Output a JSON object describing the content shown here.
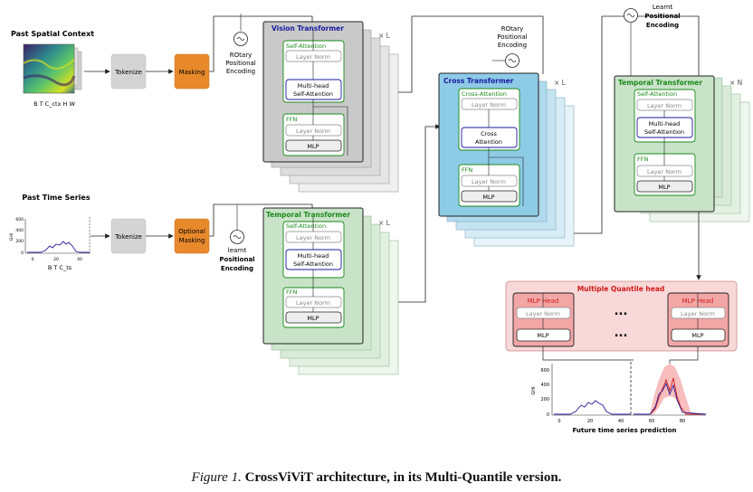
{
  "inputs": {
    "spatial_title": "Past Spatial Context",
    "spatial_dims": "B T C_ctx H W",
    "series_title": "Past Time Series",
    "series_dims": "B T C_ts",
    "series_axis_ylabel": "GHI",
    "series_xticks": [
      "0",
      "20",
      "40"
    ],
    "series_yticks": [
      "0",
      "200",
      "400",
      "600"
    ]
  },
  "blocks": {
    "tokenize_1": "Tokenize",
    "tokenize_2": "Tokenize",
    "masking": "Masking",
    "optional_masking": [
      "Optional",
      "Masking"
    ]
  },
  "encodings": {
    "rotary_1": [
      "ROtary",
      "Positional",
      "Encoding"
    ],
    "rotary_2": [
      "ROtary",
      "Positional",
      "Encoding"
    ],
    "learnt_1": [
      "learnt",
      "Positional",
      "Encoding"
    ],
    "learnt_2": [
      "Learnt",
      "Positional",
      "Encoding"
    ]
  },
  "vision_transformer": {
    "title": "Vision Transformer",
    "repeat": "× L",
    "attn_title": "Self-Attention",
    "layer_norm_1": "Layer Norm",
    "attn": [
      "Multi-head",
      "Self-Attention"
    ],
    "ffn_title": "FFN",
    "layer_norm_2": "Layer Norm",
    "mlp": "MLP"
  },
  "temporal_transformer_1": {
    "title": "Temporal Transformer",
    "repeat": "× L",
    "attn_title": "Self-Attention",
    "layer_norm_1": "Layer Norm",
    "attn": [
      "Multi-head",
      "Self-Attention"
    ],
    "ffn_title": "FFN",
    "layer_norm_2": "Layer Norm",
    "mlp": "MLP"
  },
  "cross_transformer": {
    "title": "Cross Transformer",
    "repeat": "× L",
    "attn_title": "Cross-Attention",
    "layer_norm_1": "Layer Norm",
    "attn": [
      "Cross",
      "Attention"
    ],
    "ffn_title": "FFN",
    "layer_norm_2": "Layer Norm",
    "mlp": "MLP"
  },
  "temporal_transformer_2": {
    "title": "Temporal Transformer",
    "repeat": "× N",
    "attn_title": "Self-Attention",
    "layer_norm_1": "Layer Norm",
    "attn": [
      "Multi-head",
      "Self-Attention"
    ],
    "ffn_title": "FFN",
    "layer_norm_2": "Layer Norm",
    "mlp": "MLP"
  },
  "quantile_head": {
    "title": "Multiple Quantile head",
    "head_title": "MLP Head",
    "layer_norm": "Layer Norm",
    "mlp": "MLP",
    "ellipsis": "..."
  },
  "output": {
    "xlabel": "Future time series prediction",
    "ylabel": "GHI",
    "xticks": [
      "0",
      "20",
      "40",
      "60",
      "80"
    ],
    "yticks": [
      "0",
      "200",
      "400",
      "600"
    ]
  },
  "caption": {
    "figure_label": "Figure 1.",
    "text": "CrossViViT architecture, in its Multi-Quantile version."
  },
  "colors": {
    "vision_fill": "#c9c9c9",
    "temporal_fill": "#c9e3c9",
    "cross_fill": "#8ecbe6",
    "quantile_fill": "#f8d8d8",
    "head_fill": "#f2a6a6",
    "masking": "#e8892c",
    "green_title": "#1a8a1a",
    "blue_title": "#1a1aa0",
    "red_title": "#d01818"
  }
}
